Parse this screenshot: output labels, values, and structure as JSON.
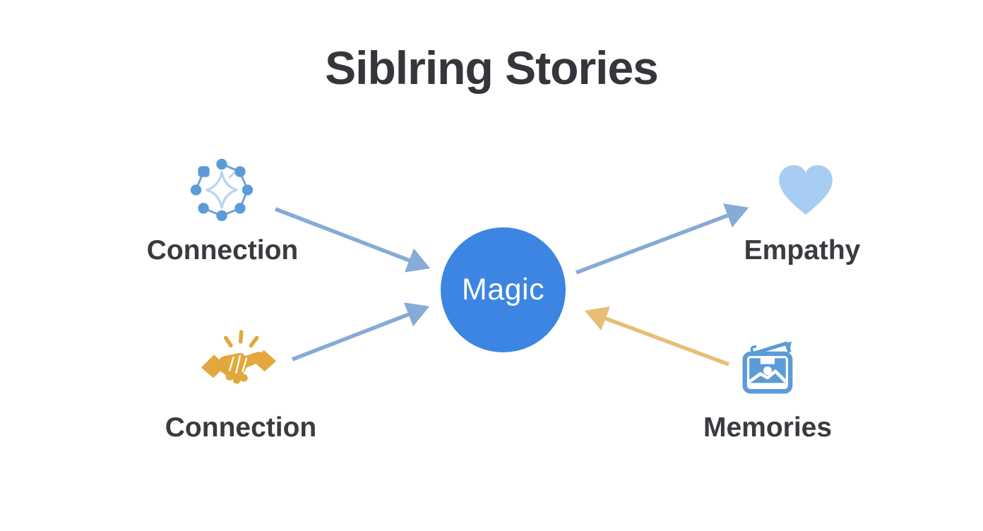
{
  "title": "Siblring Stories",
  "center": {
    "label": "Magic",
    "circle_color": "#3C85E3",
    "text_color": "#FFFFFF"
  },
  "nodes": [
    {
      "id": "connection-top",
      "label": "Connection",
      "icon": "network-sparkle-icon",
      "icon_color": "#5B9BD8",
      "position": "top-left"
    },
    {
      "id": "empathy",
      "label": "Empathy",
      "icon": "heart-icon",
      "icon_color": "#A7CEF2",
      "position": "top-right"
    },
    {
      "id": "connection-bottom",
      "label": "Connection",
      "icon": "handshake-icon",
      "icon_color": "#E2A83D",
      "position": "bottom-left"
    },
    {
      "id": "memories",
      "label": "Memories",
      "icon": "photo-frame-icon",
      "icon_color": "#5B9BD8",
      "position": "bottom-right"
    }
  ],
  "edges": [
    {
      "from": "connection-top",
      "to": "magic",
      "color": "#85ABD6"
    },
    {
      "from": "connection-bottom",
      "to": "magic",
      "color": "#85ABD6"
    },
    {
      "from": "magic",
      "to": "empathy",
      "color": "#85ABD6"
    },
    {
      "from": "memories",
      "to": "magic",
      "color": "#E6BE76"
    }
  ],
  "colors": {
    "background": "#FFFFFF",
    "title_text": "#35363B",
    "label_text": "#3A3B40",
    "arrow_blue": "#85ABD6",
    "arrow_gold": "#E6BE76",
    "icon_blue": "#5B9BD8",
    "icon_light_blue": "#A7CEF2",
    "icon_gold": "#E2A83D"
  }
}
